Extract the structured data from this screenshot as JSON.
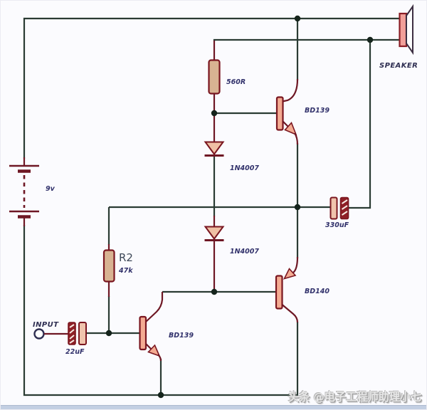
{
  "diagram_type": "analog-audio-amplifier-schematic",
  "labels": {
    "battery": "9v",
    "r1": "560R",
    "r2_name": "R2",
    "r2_value": "47k",
    "d1": "1N4007",
    "d2": "1N4007",
    "q1": "BD139",
    "q2": "BD140",
    "q3": "BD139",
    "c1": "330uF",
    "c2": "22uF",
    "input": "INPUT",
    "speaker": "SPEAKER",
    "watermark": "头条 @电子工程师助理小七"
  },
  "colors": {
    "background": "#fbfbfe",
    "wire": "#2a3b33",
    "component_lead": "#6e1724",
    "component_stroke": "#7a1620",
    "resistor_fill": "#d8b392",
    "transistor_fill": "#f4ab92",
    "diode_fill": "#efc0a4",
    "capacitor_positive_fill": "#f0c4ad",
    "capacitor_negative_fill": "#8e1f26",
    "speaker_fill": "#f2a09a",
    "label_text": "#31316b",
    "junction_dot": "#15241c",
    "watermark_text": "#e6e6e6",
    "bottom_border": "#c3cfe3"
  }
}
